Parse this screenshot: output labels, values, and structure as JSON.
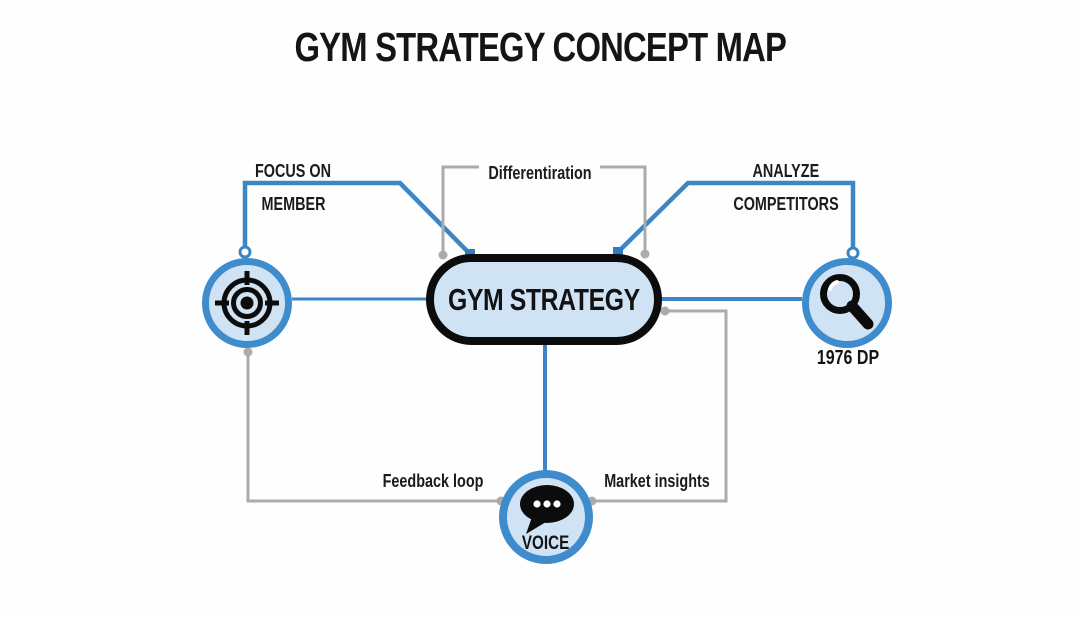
{
  "title": "GYM STRATEGY CONCEPT MAP",
  "colors": {
    "accent_blue": "#3a86c6",
    "marker_blue": "#2e7cc1",
    "light_blue_fill": "#cfe3f4",
    "ring_blue": "#3f8ccc",
    "line_gray": "#ababab",
    "ink": "#141414"
  },
  "center_node": {
    "label": "GYM STRATEGY"
  },
  "nodes": {
    "target": {
      "icon": "target-icon"
    },
    "search": {
      "icon": "magnifier-icon",
      "caption": "1976 DP"
    },
    "voice": {
      "icon": "speech-bubble-icon",
      "label": "VOICE"
    }
  },
  "labels": {
    "focus_line1": "FOCUS ON",
    "focus_line2": "MEMBER",
    "differentiation": "Differentiration",
    "analyze_line1": "ANALYZE",
    "analyze_line2": "COMPETITORS",
    "feedback": "Feedback loop",
    "market": "Market insights"
  }
}
